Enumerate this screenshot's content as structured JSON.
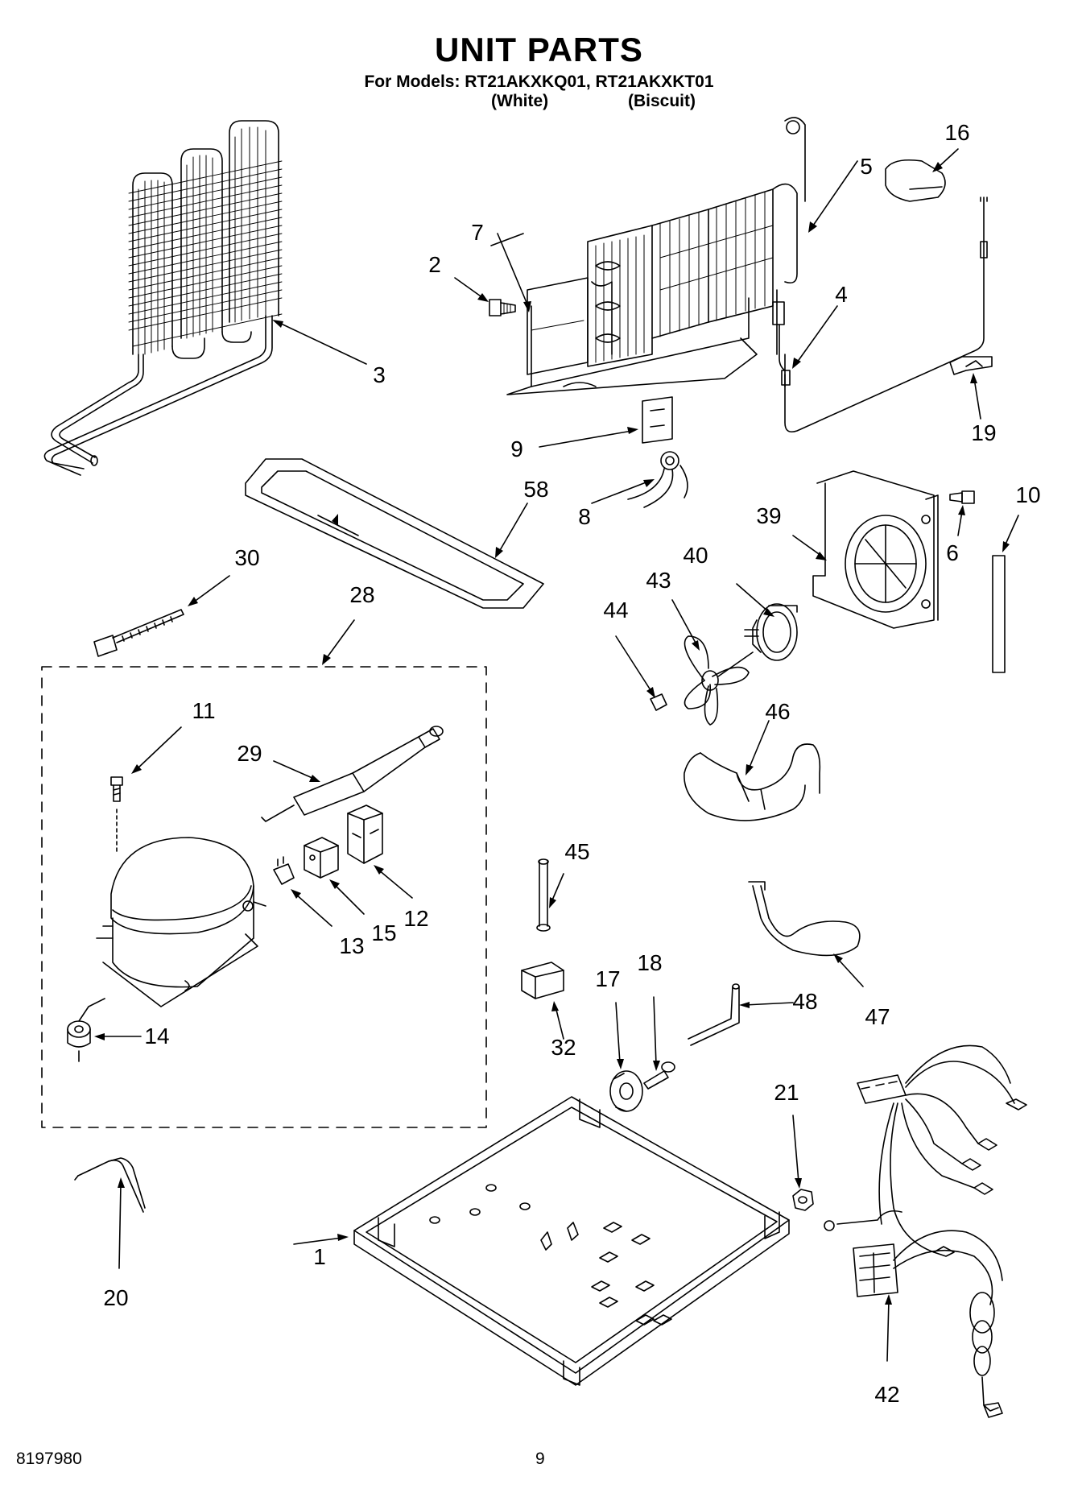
{
  "header": {
    "title": "UNIT PARTS",
    "models_line": "For Models: RT21AKXKQ01, RT21AKXKT01",
    "variant_1": "(White)",
    "variant_2": "(Biscuit)"
  },
  "callouts": {
    "c1": "1",
    "c2": "2",
    "c3": "3",
    "c4": "4",
    "c5": "5",
    "c6": "6",
    "c7": "7",
    "c8": "8",
    "c9": "9",
    "c10": "10",
    "c11": "11",
    "c12": "12",
    "c13": "13",
    "c14": "14",
    "c15": "15",
    "c16": "16",
    "c17": "17",
    "c18": "18",
    "c19": "19",
    "c20": "20",
    "c21": "21",
    "c28": "28",
    "c29": "29",
    "c30": "30",
    "c32": "32",
    "c39": "39",
    "c40": "40",
    "c42": "42",
    "c43": "43",
    "c44": "44",
    "c45": "45",
    "c46": "46",
    "c47": "47",
    "c48": "48",
    "c58": "58"
  },
  "footer": {
    "doc_number": "8197980",
    "page_number": "9"
  }
}
